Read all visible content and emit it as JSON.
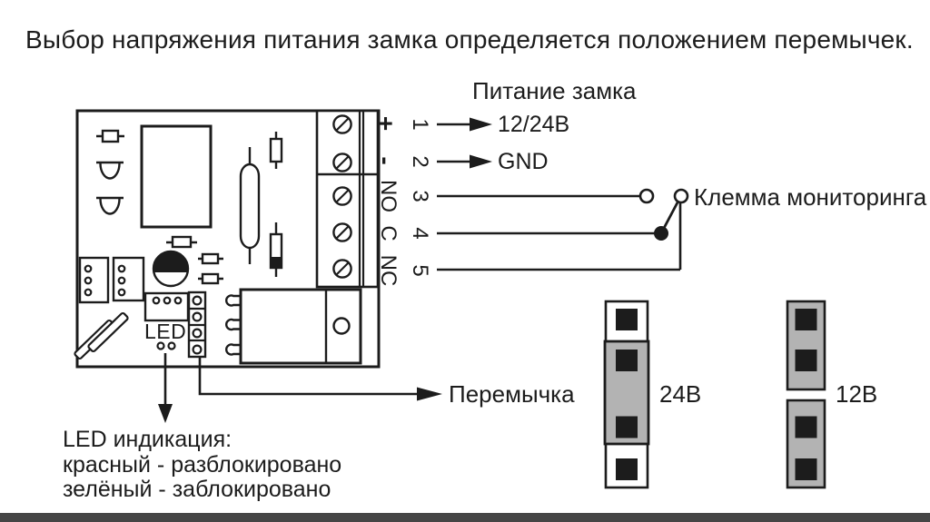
{
  "title": "Выбор напряжения питания замка определяется положением перемычек.",
  "diagram": {
    "power_heading": "Питание замка",
    "terminal_numbers": [
      "1",
      "2",
      "3",
      "4",
      "5"
    ],
    "terminal_labels": [
      "+",
      "-",
      "NO",
      "C",
      "NC"
    ],
    "wire_annotations": {
      "voltage": "12/24В",
      "ground": "GND"
    },
    "monitoring_label": "Клемма мониторинга",
    "jumper_callout": "Перемычка",
    "pcb_silkscreen_led": "LED",
    "led_legend": [
      "LED индикация:",
      "красный - разблокировано",
      "зелёный - заблокировано"
    ],
    "jumper_settings": [
      {
        "label": "24В",
        "jumpered_pins": "2-3"
      },
      {
        "label": "12В",
        "jumpered_pins": "1-2, 3-4"
      }
    ]
  },
  "colors": {
    "ink": "#1c1c1c",
    "background": "#ffffff",
    "jumper_gray": "#b3b3b3",
    "footer_bar": "#454545"
  }
}
